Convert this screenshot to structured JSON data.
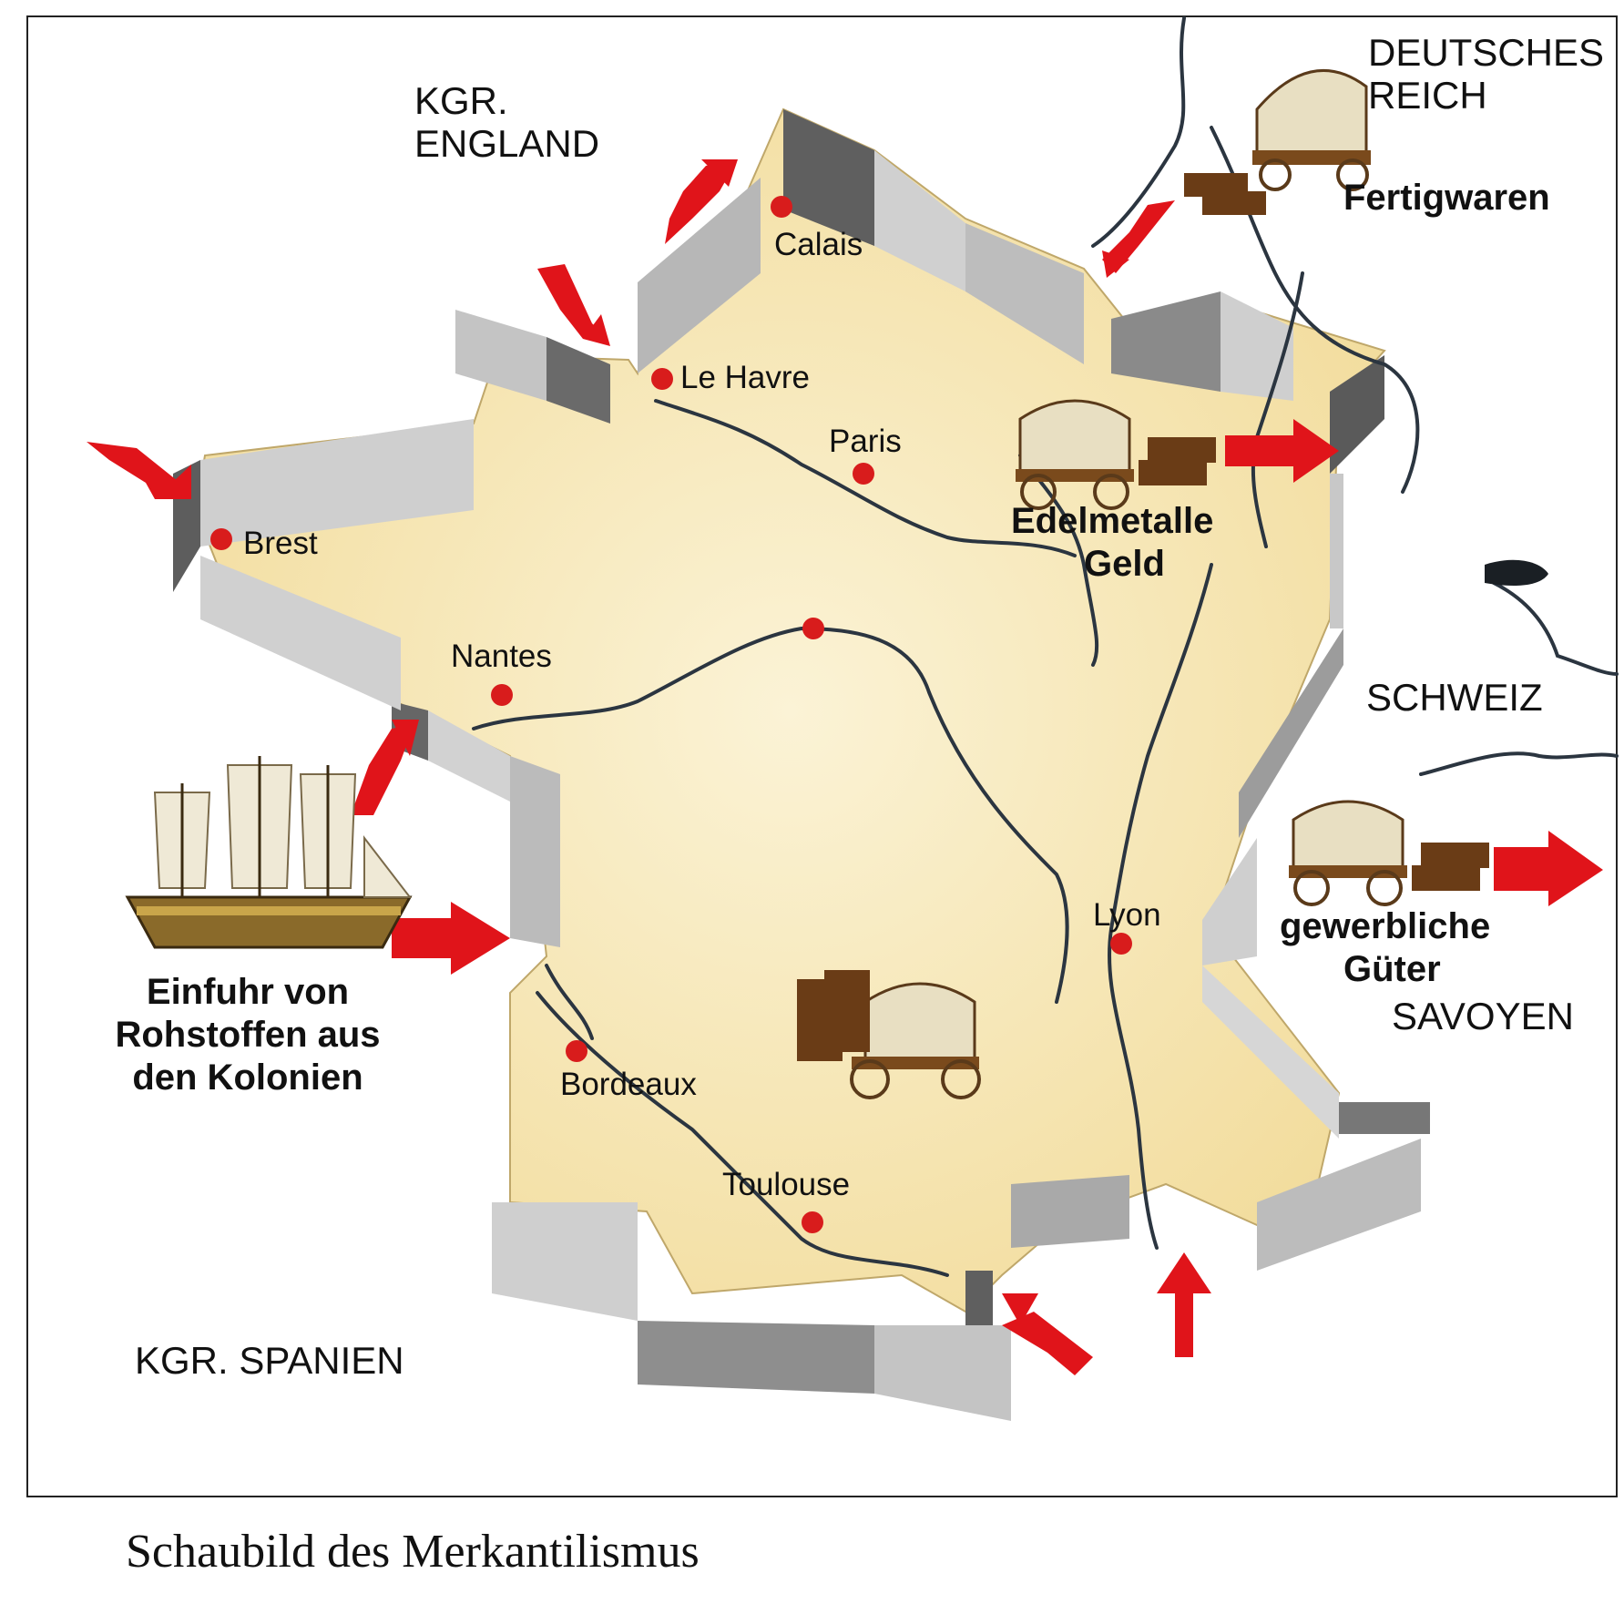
{
  "map": {
    "regions": {
      "england_line1": "KGR.",
      "england_line2": "ENGLAND",
      "reich_line1": "DEUTSCHES",
      "reich_line2": "REICH",
      "schweiz": "SCHWEIZ",
      "savoyen": "SAVOYEN",
      "spanien": "KGR. SPANIEN"
    },
    "cities": {
      "calais": "Calais",
      "le_havre": "Le Havre",
      "paris": "Paris",
      "brest": "Brest",
      "nantes": "Nantes",
      "lyon": "Lyon",
      "bordeaux": "Bordeaux",
      "toulouse": "Toulouse"
    },
    "goods": {
      "fertigwaren": "Fertigwaren",
      "edelmetalle": "Edelmetalle",
      "geld": "Geld",
      "gewerbliche": "gewerbliche",
      "gueter": "Güter"
    },
    "import_note": {
      "line1": "Einfuhr von",
      "line2": "Rohstoffen aus",
      "line3": "den Kolonien"
    }
  },
  "caption": "Schaubild des Merkantilismus",
  "colors": {
    "land": "#f6e7b4",
    "wall_light": "#c8c8c8",
    "wall_dark": "#666666",
    "river": "#2b3540",
    "city_dot": "#d81c1c",
    "arrow": "#e0141a",
    "frame": "#222222"
  }
}
